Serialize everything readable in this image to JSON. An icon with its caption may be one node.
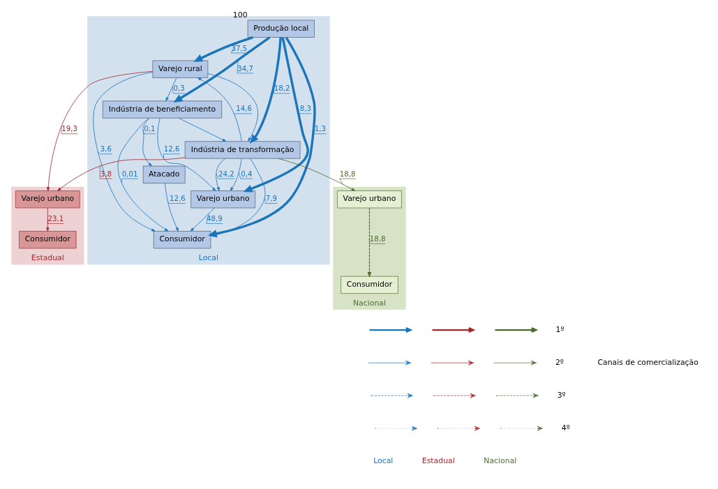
{
  "diagram": {
    "nodes": [
      {
        "text": [
          "Local"
        ]
      },
      {
        "text": [
          "Produção local"
        ],
        "beside": [
          "100"
        ],
        "in": 0
      },
      {
        "text": [
          "Varejo rural"
        ],
        "in": 0
      },
      {
        "text": [
          "Indústria de beneficiamento"
        ],
        "in": 0
      },
      {
        "text": [
          "Indústria de transformação"
        ],
        "in": 0
      },
      {
        "text": [
          "Atacado"
        ],
        "in": 0
      },
      {
        "text": [
          "Varejo urbano"
        ],
        "in": 0
      },
      {
        "text": [
          "Consumidor"
        ],
        "in": 0
      },
      {
        "text": [
          "Estadual"
        ]
      },
      {
        "text": [
          "Varejo urbano"
        ],
        "in": 8
      },
      {
        "text": [
          "Consumidor"
        ],
        "in": 8
      },
      {
        "text": [
          "Nacional"
        ]
      },
      {
        "text": [
          "Varejo urbano"
        ],
        "in": 11
      },
      {
        "text": [
          "Consumidor"
        ],
        "in": 11
      }
    ],
    "edges": [
      {
        "from": 1,
        "to": 2,
        "arrow": "to",
        "label": "37,5",
        "style": "thick"
      },
      {
        "from": 1,
        "to": 3,
        "arrow": "to",
        "label": "34,7",
        "style": "thick"
      },
      {
        "from": 1,
        "to": 4,
        "arrow": "to",
        "label": "18,2",
        "style": "thick"
      },
      {
        "from": 1,
        "to": 6,
        "arrow": "to",
        "label": "8,3",
        "style": "thick"
      },
      {
        "from": 1,
        "to": 7,
        "arrow": "to",
        "label": "1,3",
        "style": "thick"
      },
      {
        "from": 2,
        "to": 3,
        "arrow": "to",
        "label": "0,3"
      },
      {
        "from": 4,
        "to": 2,
        "arrow": "to",
        "label": "14,6"
      },
      {
        "from": 2,
        "to": 7,
        "arrow": "to",
        "label": "3,6"
      },
      {
        "from": 2,
        "to": 9,
        "arrow": "to",
        "label": "19,3",
        "color": "#a3272d"
      },
      {
        "from": 3,
        "to": 4,
        "arrow": "to"
      },
      {
        "from": 3,
        "to": 7,
        "arrow": "to",
        "label": "0,01"
      },
      {
        "from": 3,
        "to": 6,
        "arrow": "to",
        "label": "12,6"
      },
      {
        "from": 3,
        "to": 5,
        "arrow": "to",
        "label": "0,1"
      },
      {
        "from": 4,
        "to": 9,
        "arrow": "to",
        "label": "3,8",
        "color": "#a3272d"
      },
      {
        "from": 2,
        "to": 4,
        "arrow": "to"
      },
      {
        "from": 4,
        "to": 7,
        "arrow": "to",
        "label": "7,9"
      },
      {
        "from": 4,
        "to": 6,
        "arrow": "to",
        "label": "24,2"
      },
      {
        "from": 4,
        "to": 12,
        "arrow": "to",
        "label": "18,8",
        "color": "#4e6b2e"
      },
      {
        "from": 4,
        "to": 6,
        "arrow": "to",
        "label": "0,4"
      },
      {
        "from": 5,
        "to": 7,
        "arrow": "to",
        "label": "12,6"
      },
      {
        "from": 6,
        "to": 7,
        "arrow": "to",
        "label": "48,9"
      },
      {
        "from": 9,
        "to": 10,
        "arrow": "to",
        "label": "23,1",
        "color": "#a3272d"
      },
      {
        "from": 12,
        "to": 13,
        "arrow": "to",
        "label": "18,8",
        "color": "#4e6b2e",
        "style": "dashed"
      }
    ],
    "labels": [
      "Local",
      "Estadual",
      "Nacional"
    ],
    "legend": [
      {
        "text": "1º"
      },
      {
        "text": "2º"
      },
      {
        "text": "3º"
      },
      {
        "text": "4º"
      },
      {
        "text": "Canais de comercialização"
      }
    ]
  }
}
